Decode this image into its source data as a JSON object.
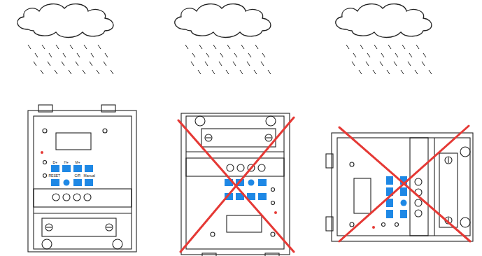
{
  "diagram": {
    "labels": [
      "D+",
      "H+",
      "M+",
      "RESET",
      "C/R",
      "Manual"
    ]
  }
}
